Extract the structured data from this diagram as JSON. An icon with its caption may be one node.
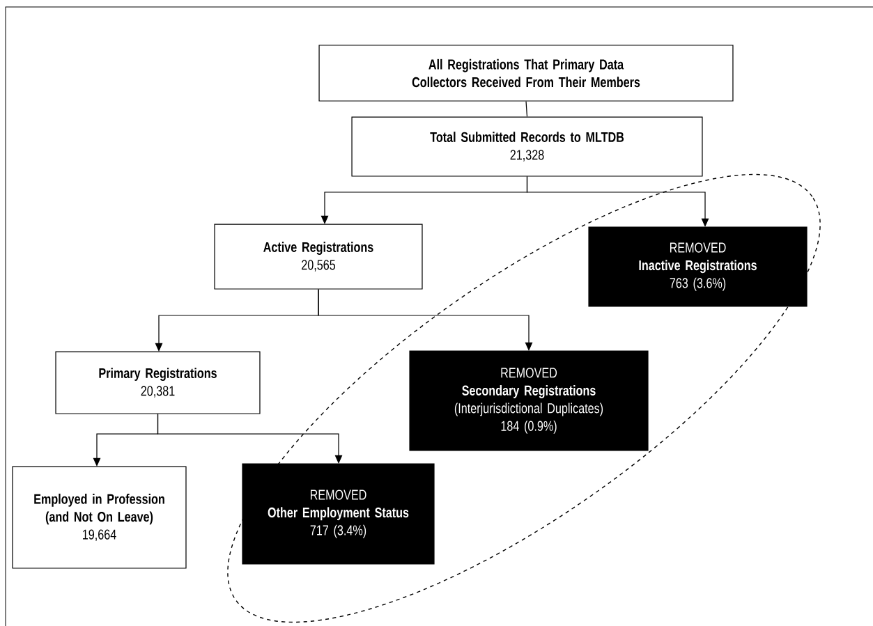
{
  "diagram": {
    "nodes": [
      {
        "text": [
          "All Registrations That Primary Data Collectors Received From Their Members"
        ]
      },
      {
        "text": [
          "Total Submitted Records to MLTDB",
          "21,328"
        ]
      },
      {
        "text": [
          "Active Registrations",
          "20,565"
        ]
      },
      {
        "text": [
          "REMOVED",
          "Inactive Registrations",
          "763 (3.6%)"
        ]
      },
      {
        "text": [
          "Primary Registrations",
          "20,381"
        ]
      },
      {
        "text": [
          "REMOVED",
          "Secondary Registrations",
          "(Interjurisdictional Duplicates)",
          "184 (0.9%)"
        ]
      },
      {
        "text": [
          "Employed in Profession (and Not On Leave)",
          "19,664"
        ]
      },
      {
        "text": [
          "REMOVED",
          "Other Employment Status",
          "717 (3.4%)"
        ]
      }
    ],
    "edges": [
      {
        "from": 0,
        "to": 1,
        "arrow": "none"
      },
      {
        "from": 1,
        "to": 2,
        "arrow": "to"
      },
      {
        "from": 1,
        "to": 3,
        "arrow": "to"
      },
      {
        "from": 2,
        "to": 4,
        "arrow": "to"
      },
      {
        "from": 2,
        "to": 5,
        "arrow": "to"
      },
      {
        "from": 4,
        "to": 6,
        "arrow": "to"
      },
      {
        "from": 4,
        "to": 7,
        "arrow": "to"
      }
    ]
  }
}
